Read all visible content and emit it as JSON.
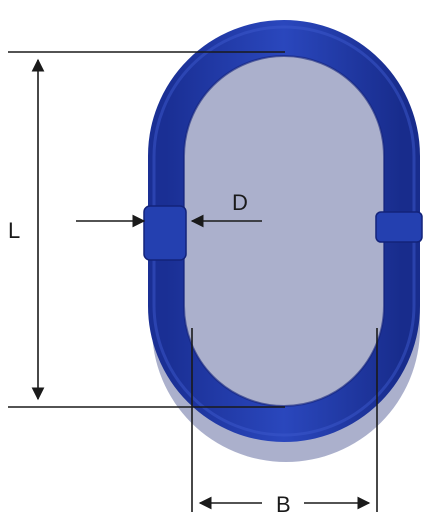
{
  "diagram": {
    "subject": "oval-master-link",
    "colors": {
      "link_main": "#1f3aa8",
      "link_dark": "#13237a",
      "link_light": "#4d6ad8",
      "dimension_lines": "#1a1a1a"
    },
    "dimensions": {
      "length_label": "L",
      "diameter_label": "D",
      "width_label": "B"
    }
  }
}
